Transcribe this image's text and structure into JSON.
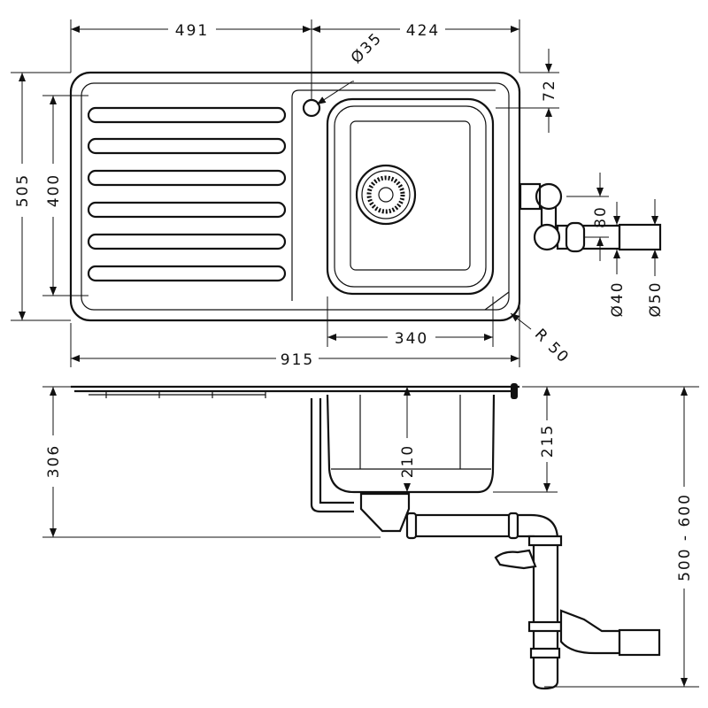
{
  "dimensions": {
    "top_left_width": "491",
    "top_right_width": "424",
    "tap_hole": "Ø35",
    "tap_offset": "72",
    "overall_depth": "505",
    "inner_depth": "400",
    "trap_offset": "80",
    "pipe_40": "Ø40",
    "pipe_50": "Ø50",
    "bowl_width": "340",
    "corner_radius": "R 50",
    "overall_width": "915",
    "side_306": "306",
    "bowl_depth": "210",
    "bowl_depth_outer": "215",
    "install_height": "500 - 600"
  }
}
